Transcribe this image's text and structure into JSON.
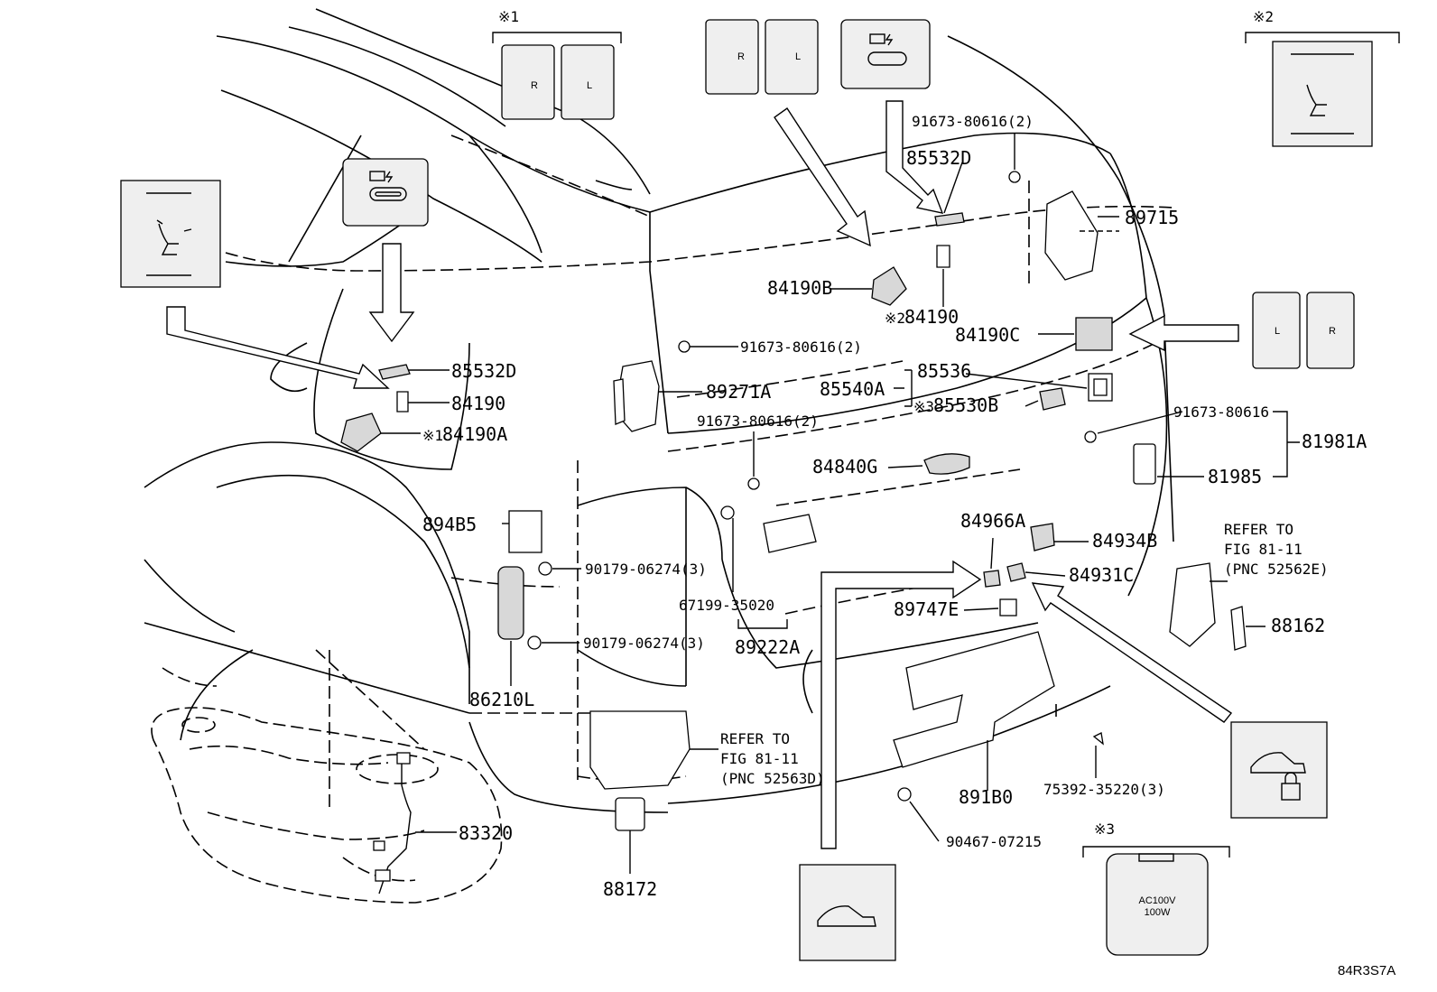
{
  "diagram": {
    "id_code": "84R3S7A",
    "note_marks": {
      "m1": "※1",
      "m2": "※2",
      "m3": "※3"
    },
    "icon_texts": {
      "r": "R",
      "l": "L",
      "ac": "AC100V",
      "w": "100W"
    },
    "labels": {
      "p85532D_left": "85532D",
      "p84190_left": "84190",
      "p84190A": "84190A",
      "p89271A": "89271A",
      "bolt_a": "91673-80616(2)",
      "bolt_b": "91673-80616(2)",
      "bolt_top": "91673-80616(2)",
      "p85532D_top": "85532D",
      "p89715": "89715",
      "p84190B": "84190B",
      "p84190_top": "84190",
      "p84190C": "84190C",
      "p85540A": "85540A",
      "p85536": "85536",
      "p85530B": "85530B",
      "bolt_c": "91673-80616",
      "p81981A": "81981A",
      "p81985": "81985",
      "p84840G": "84840G",
      "p894B5": "894B5",
      "clip_a": "90179-06274(3)",
      "clip_b": "90179-06274(3)",
      "p67199": "67199-35020",
      "p89222A": "89222A",
      "p86210L": "86210L",
      "p84966A": "84966A",
      "p84934B": "84934B",
      "p84931C": "84931C",
      "p89747E": "89747E",
      "refer1_a": "REFER TO",
      "refer1_b": "FIG 81-11",
      "refer1_c": "(PNC 52562E)",
      "p88162": "88162",
      "refer2_a": "REFER TO",
      "refer2_b": "FIG 81-11",
      "refer2_c": "(PNC 52563D)",
      "p891B0": "891B0",
      "screw_a": "75392-35220(3)",
      "screw_b": "90467-07215",
      "p83320": "83320",
      "p88172": "88172"
    }
  }
}
